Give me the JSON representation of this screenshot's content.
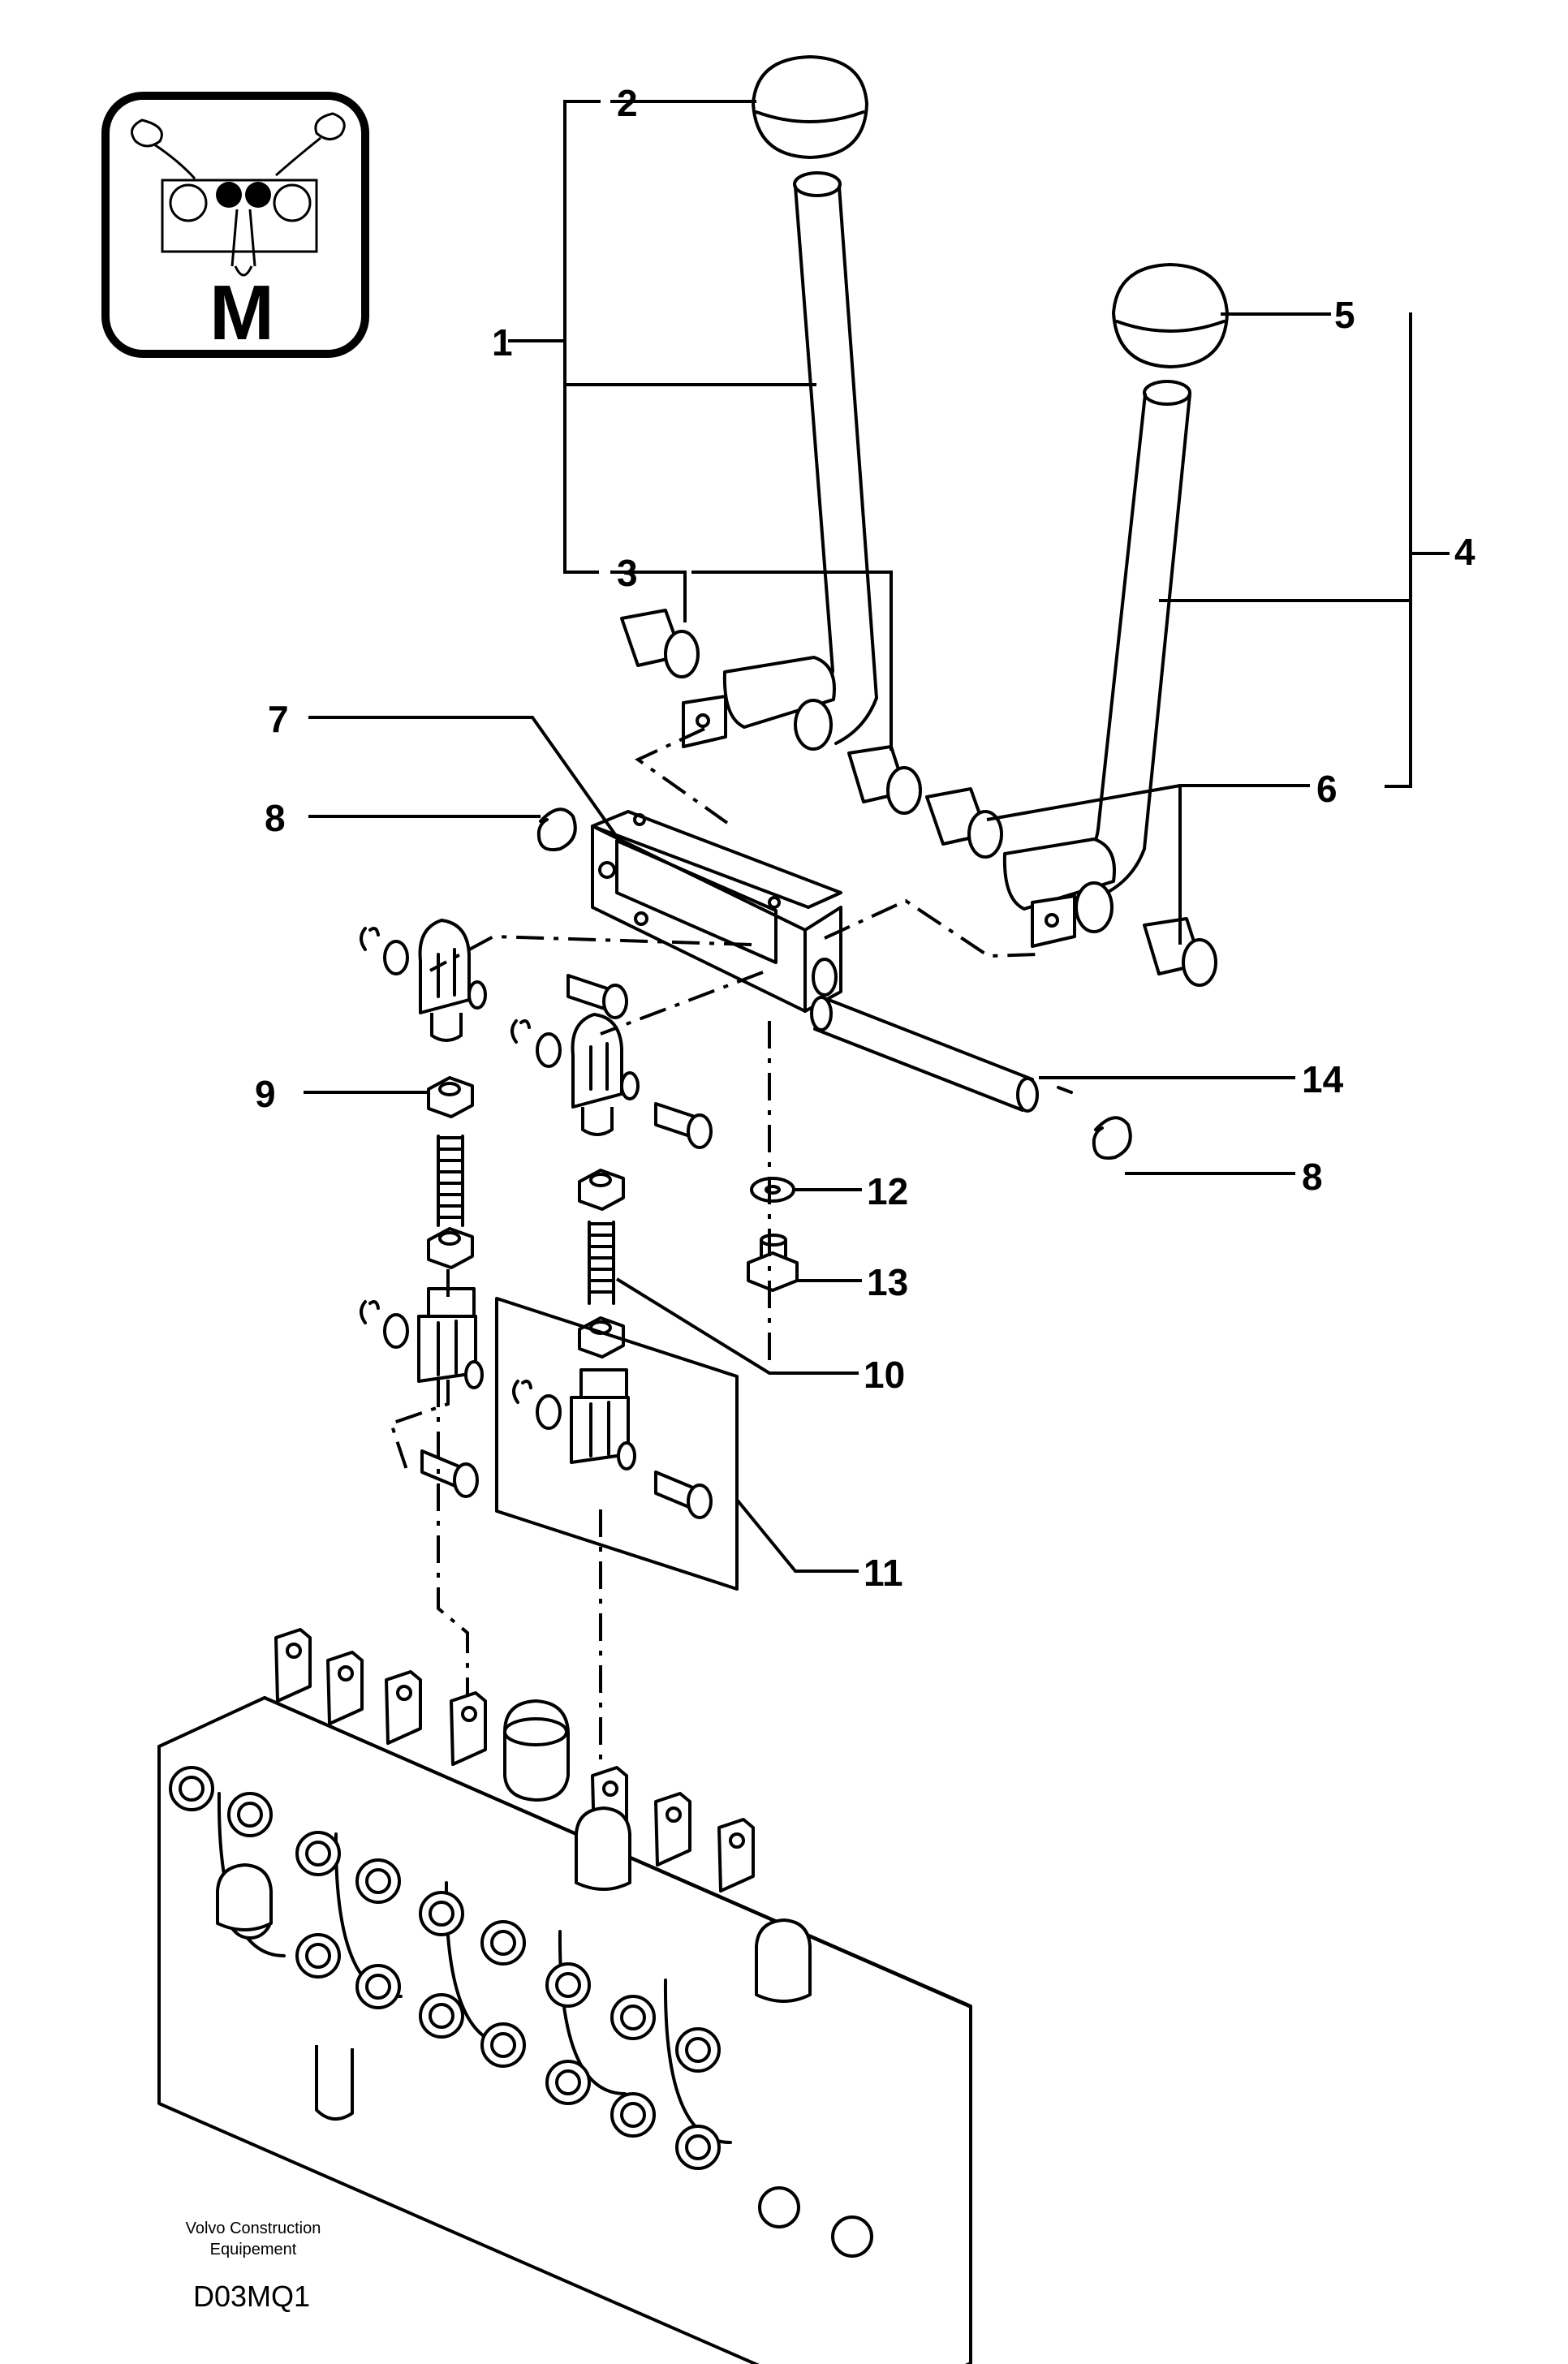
{
  "badge": {
    "letter": "M"
  },
  "callouts": {
    "c1": "1",
    "c2": "2",
    "c3": "3",
    "c4": "4",
    "c5": "5",
    "c6": "6",
    "c7": "7",
    "c8a": "8",
    "c8b": "8",
    "c9": "9",
    "c10": "10",
    "c11": "11",
    "c12": "12",
    "c13": "13",
    "c14": "14"
  },
  "credit": {
    "line1": "Volvo Construction",
    "line2": "Equipement"
  },
  "drawing_code": "D03MQ1"
}
